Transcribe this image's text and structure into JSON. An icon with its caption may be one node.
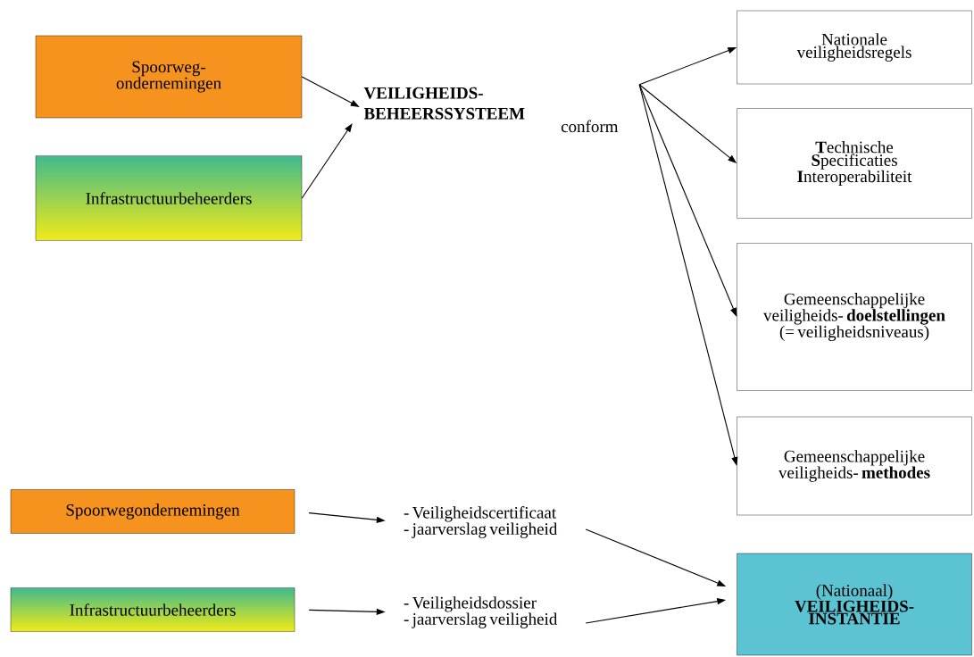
{
  "diagram": {
    "nodes": [
      {
        "text": [
          "Spoorweg- ondernemingen"
        ]
      },
      {
        "text": [
          "Infrastructuurbeheerders"
        ]
      },
      {
        "text": [
          "VEILIGHEIDS- BEHEERSSYSTEEM",
          "conform"
        ]
      },
      {
        "text": [
          "Nationale veiligheidsregels"
        ]
      },
      {
        "text": [
          "**T**echnische **S**pecificaties **I**nteroperabiliteit"
        ]
      },
      {
        "text": [
          "Gemeenschappelijke veiligheids- **doelstellingen** (= veiligheidsniveaus)"
        ]
      },
      {
        "text": [
          "Gemeenschappelijke veiligheids- **methodes**"
        ]
      },
      {
        "text": [
          "Spoorwegondernemingen"
        ]
      },
      {
        "text": [
          "Infrastructuurbeheerders"
        ]
      },
      {
        "text": [
          "- Veiligheidscertificaat",
          "- jaarverslag veiligheid"
        ]
      },
      {
        "text": [
          "- Veiligheidsdossier",
          "- jaarverslag veiligheid"
        ]
      },
      {
        "text": [
          "(Nationaal) **VEILIGHEIDS- INSTANTIE**"
        ]
      }
    ],
    "edges": [
      {
        "from": 0,
        "to": 2,
        "arrow": "to"
      },
      {
        "from": 1,
        "to": 2,
        "arrow": "to"
      },
      {
        "from": 2,
        "to": 3,
        "arrow": "to"
      },
      {
        "from": 2,
        "to": 4,
        "arrow": "to"
      },
      {
        "from": 2,
        "to": 5,
        "arrow": "to"
      },
      {
        "from": 2,
        "to": 6,
        "arrow": "to"
      },
      {
        "from": 7,
        "to": 9,
        "arrow": "to"
      },
      {
        "from": 8,
        "to": 10,
        "arrow": "to"
      },
      {
        "from": 9,
        "to": 11,
        "arrow": "to"
      },
      {
        "from": 10,
        "to": 11,
        "arrow": "to"
      }
    ]
  }
}
